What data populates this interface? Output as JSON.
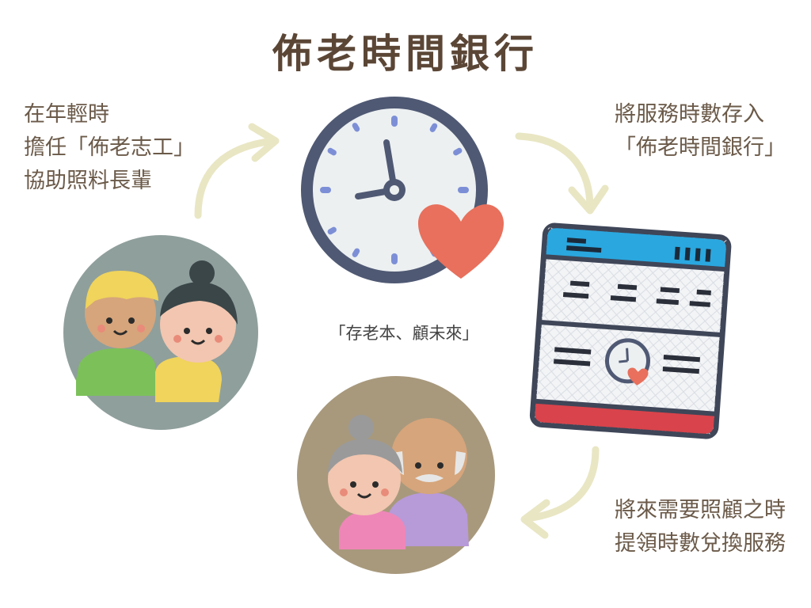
{
  "title": "佈老時間銀行",
  "steps": [
    {
      "lines": [
        "在年輕時",
        "擔任「佈老志工」",
        "協助照料長輩"
      ]
    },
    {
      "lines": [
        "將服務時數存入",
        "「佈老時間銀行」"
      ]
    },
    {
      "lines": [
        "將來需要照顧之時",
        "提領時數兌換服務"
      ]
    }
  ],
  "motto": "「存老本、顧未來」",
  "colors": {
    "arrow": "#e9e6c4",
    "clock_rim": "#4f5973",
    "clock_face": "#ecf0f1",
    "heart": "#e8705c",
    "passbook_header": "#2aa7df",
    "passbook_footer": "#d9434b",
    "circle_young": "#8f9f9c",
    "circle_elder": "#a8997d"
  },
  "icons": [
    "clock-heart-icon",
    "passbook-icon",
    "young-volunteers-icon",
    "elderly-couple-icon",
    "curved-arrow-icon"
  ]
}
